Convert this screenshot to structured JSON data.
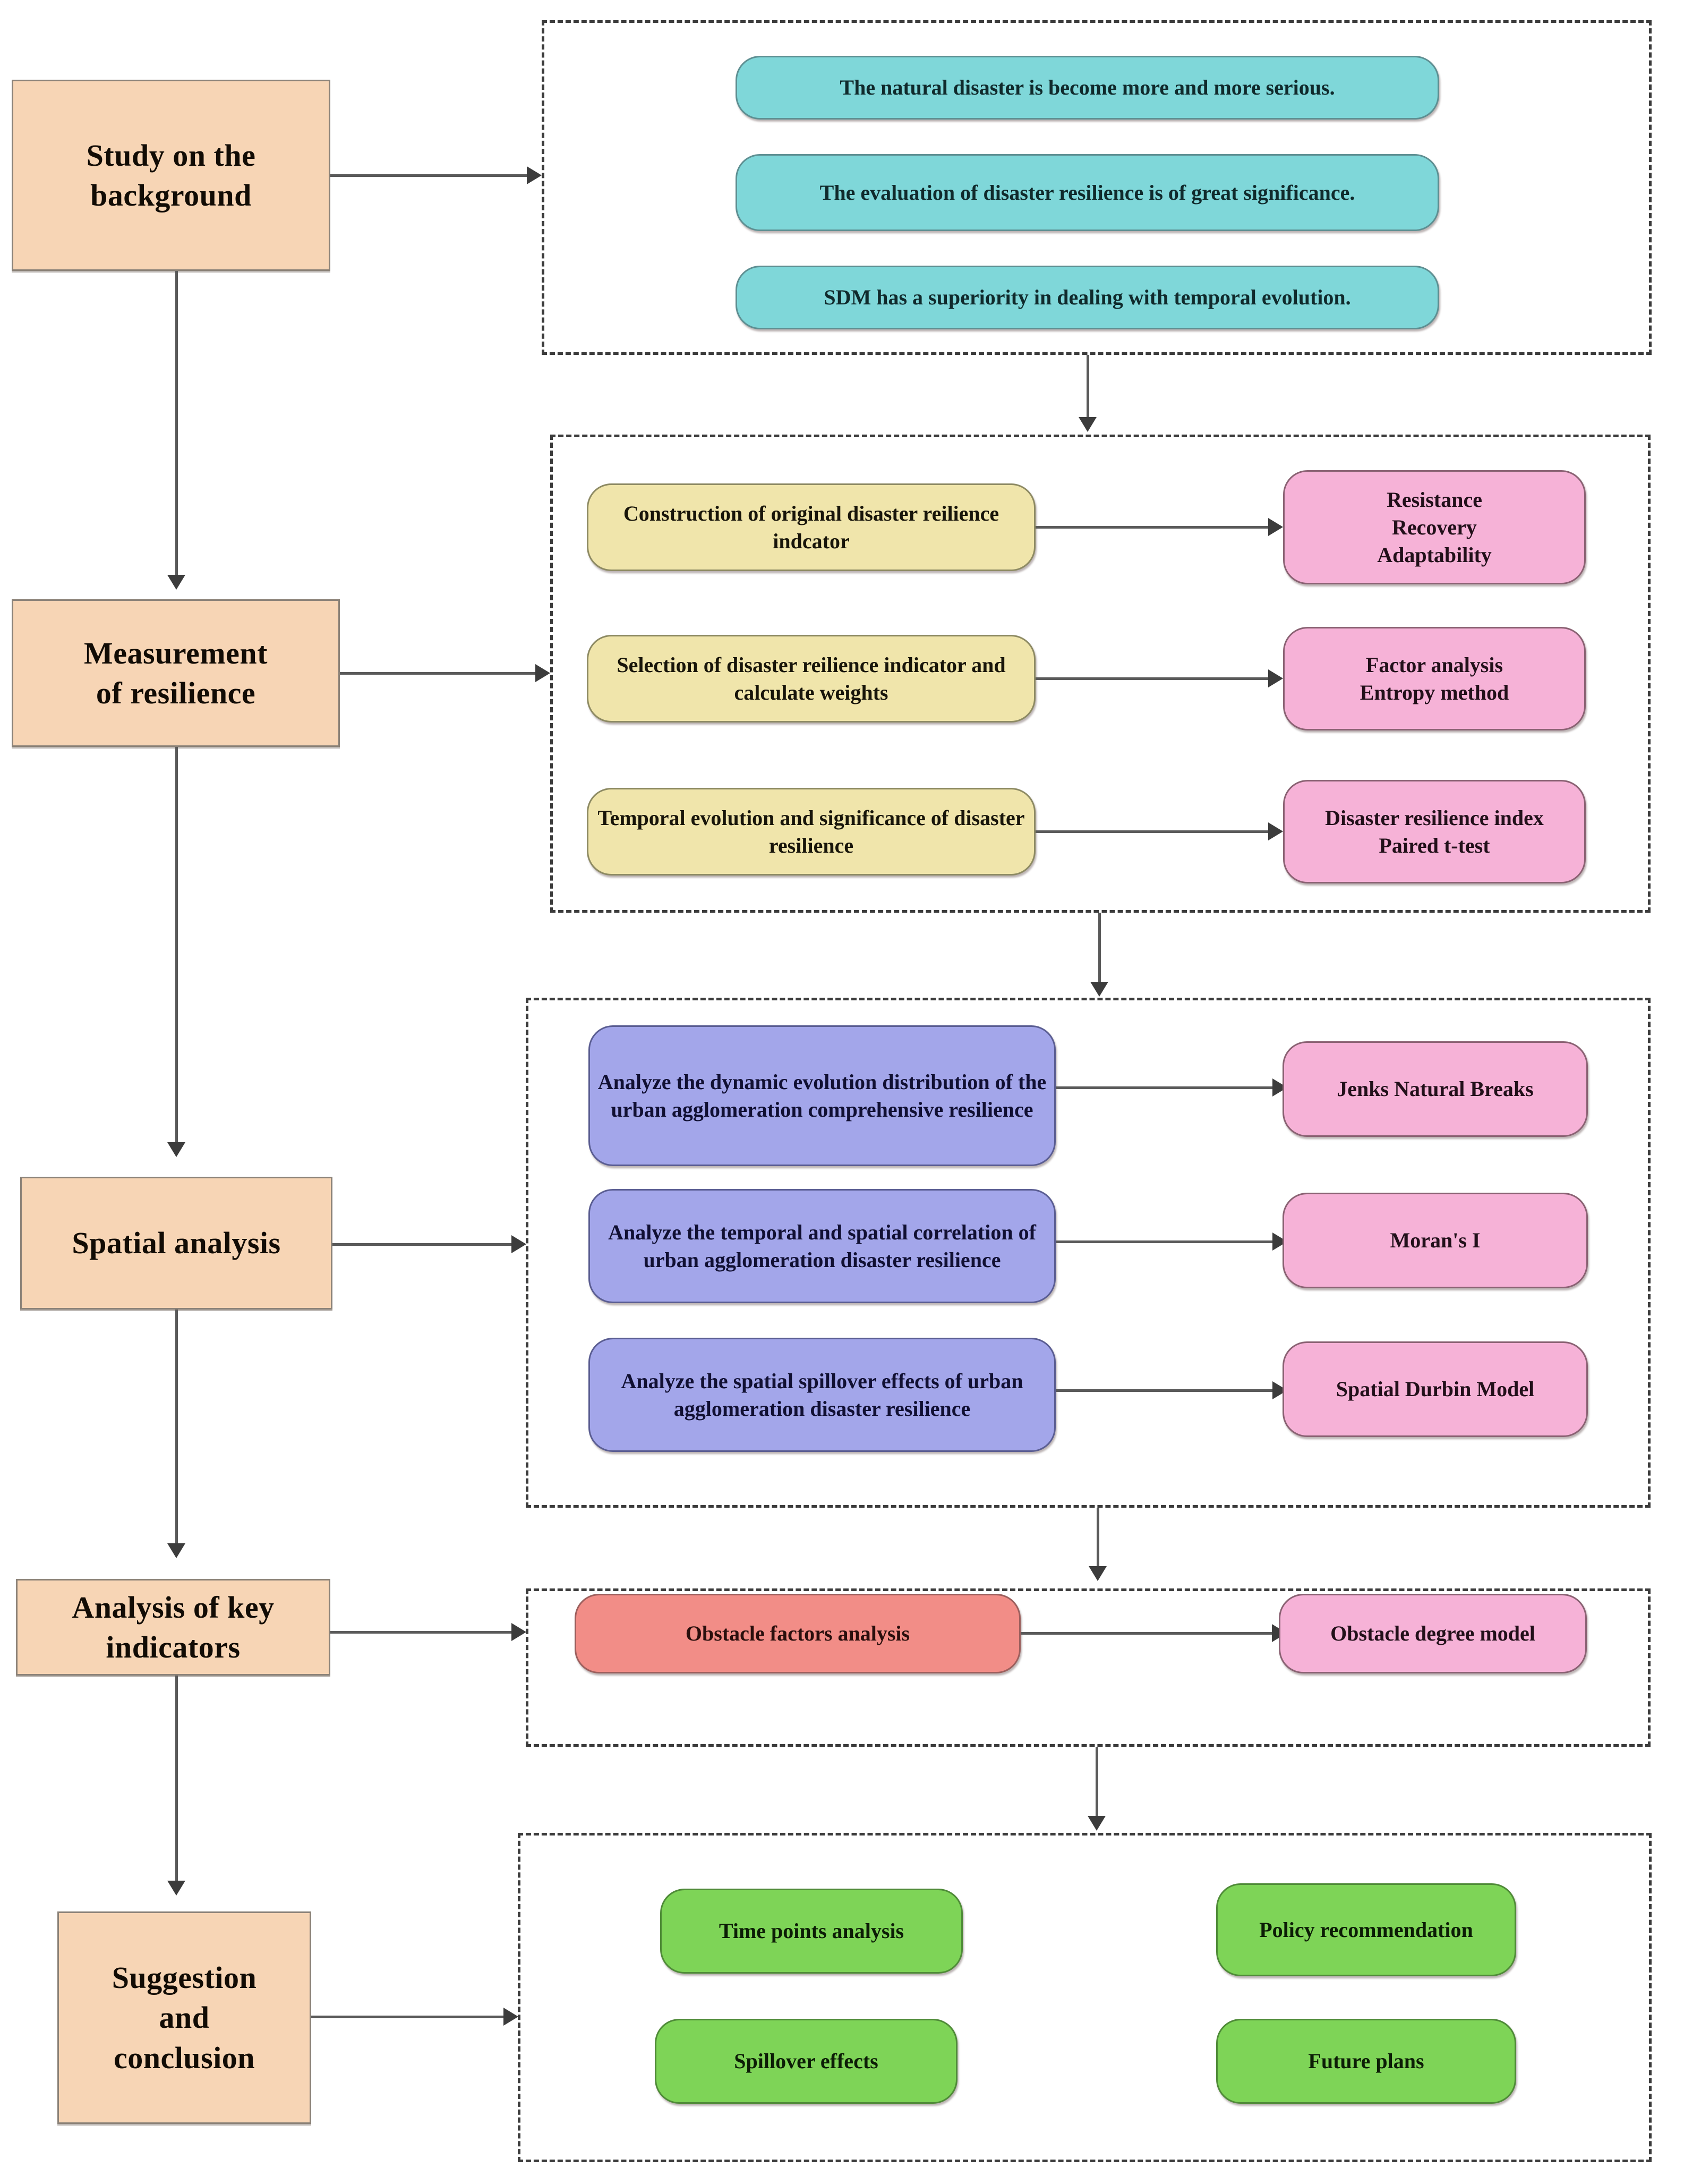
{
  "diagram": {
    "title": "Research framework flowchart for urban agglomeration disaster resilience",
    "type": "flowchart"
  },
  "colors": {
    "stage_fill": "#f7d5b5",
    "stage_border": "#8b8278",
    "cyan": "#7fd7d9",
    "yellow": "#f0e5ab",
    "pink": "#f6b2d7",
    "blue": "#a3a6ea",
    "red": "#f28d87",
    "green": "#7ed457",
    "connector": "#5a5a5a",
    "group_border": "#3c3c3c"
  },
  "stages": [
    {
      "id": "background",
      "label": "Study on the\nbackground"
    },
    {
      "id": "measurement",
      "label": "Measurement\nof resilience"
    },
    {
      "id": "spatial",
      "label": "Spatial analysis"
    },
    {
      "id": "key",
      "label": "Analysis of key\nindicators"
    },
    {
      "id": "suggestion",
      "label": "Suggestion\nand\nconclusion"
    }
  ],
  "sections": [
    {
      "id": "background-section",
      "stage": "background",
      "items": [
        {
          "left": "The natural disaster is become more and more serious."
        },
        {
          "left": "The evaluation of disaster resilience is of great significance."
        },
        {
          "left": "SDM has a superiority in dealing with temporal evolution."
        }
      ]
    },
    {
      "id": "measurement-section",
      "stage": "measurement",
      "items": [
        {
          "left": "Construction of original disaster reilience indcator",
          "right": "Resistance\nRecovery\nAdaptability"
        },
        {
          "left": "Selection of disaster reilience indicator and calculate weights",
          "right": "Factor analysis\nEntropy method"
        },
        {
          "left": "Temporal evolution and significance of disaster resilience",
          "right": "Disaster resilience index\nPaired t-test"
        }
      ]
    },
    {
      "id": "spatial-section",
      "stage": "spatial",
      "items": [
        {
          "left": "Analyze the dynamic evolution distribution of the urban agglomeration comprehensive resilience",
          "right": "Jenks Natural Breaks"
        },
        {
          "left": "Analyze the temporal and spatial correlation of urban agglomeration disaster resilience",
          "right": "Moran's I"
        },
        {
          "left": "Analyze the spatial spillover effects of urban agglomeration disaster resilience",
          "right": "Spatial Durbin Model"
        }
      ]
    },
    {
      "id": "key-indicators-section",
      "stage": "key",
      "items": [
        {
          "left": "Obstacle factors analysis",
          "right": "Obstacle degree model"
        }
      ]
    },
    {
      "id": "conclusion-section",
      "stage": "suggestion",
      "items": [
        {
          "left": "Time points analysis",
          "right": "Policy recommendation"
        },
        {
          "left": "Spillover effects",
          "right": "Future plans"
        }
      ]
    }
  ]
}
